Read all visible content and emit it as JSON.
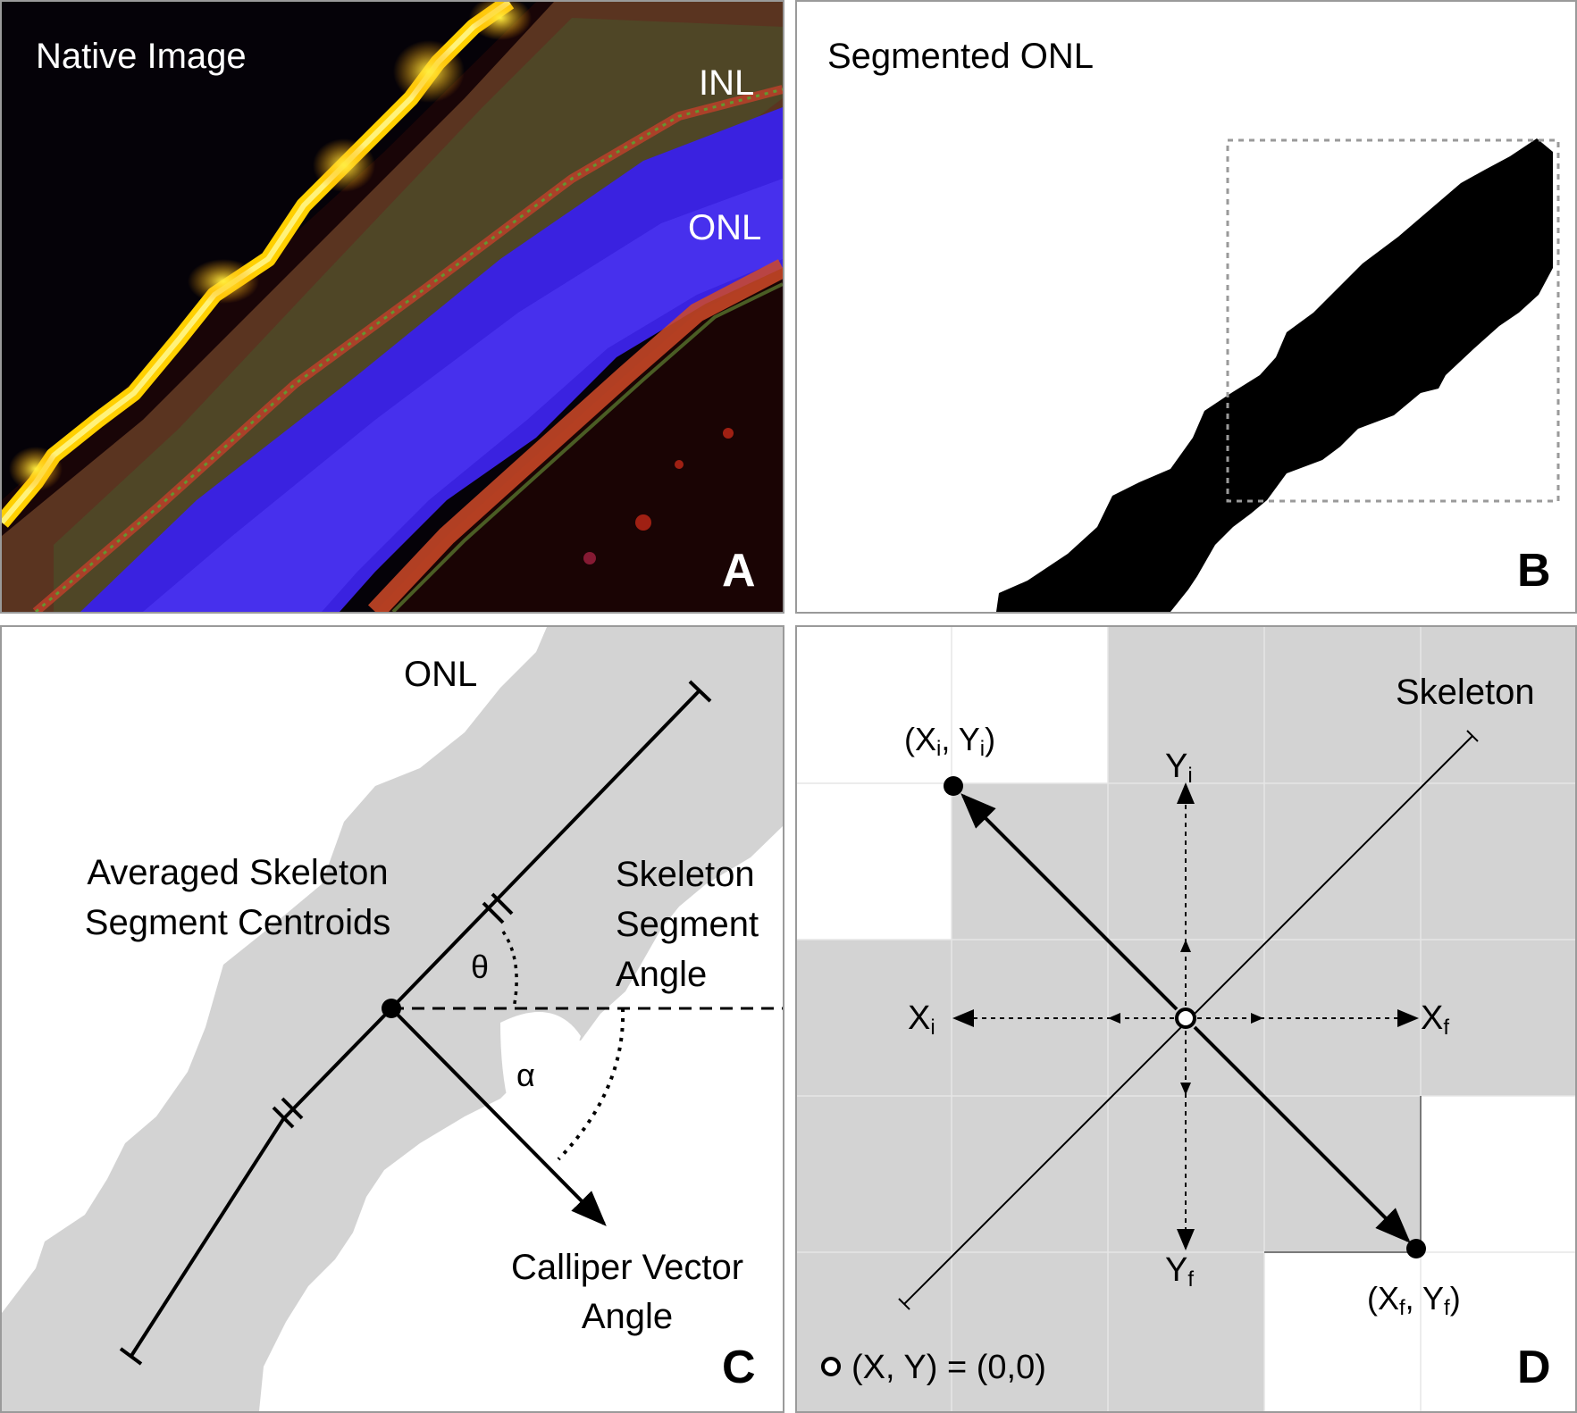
{
  "panels": {
    "a": {
      "letter": "A",
      "title": "Native Image",
      "label_inl": "INL",
      "label_onl": "ONL"
    },
    "b": {
      "letter": "B",
      "title": "Segmented ONL"
    },
    "c": {
      "letter": "C",
      "label_onl": "ONL",
      "centroids_line1": "Averaged Skeleton",
      "centroids_line2": "Segment Centroids",
      "angle_line1": "Skeleton",
      "angle_line2": "Segment",
      "angle_line3": "Angle",
      "caliper_line1": "Calliper Vector",
      "caliper_line2": "Angle",
      "theta": "θ",
      "alpha": "α"
    },
    "d": {
      "letter": "D",
      "skeleton": "Skeleton",
      "xi": "X",
      "xi_sub": "i",
      "xf": "X",
      "xf_sub": "f",
      "yi": "Y",
      "yi_sub": "i",
      "yf": "Y",
      "yf_sub": "f",
      "pt_i_open": "(X",
      "pt_i_sub1": "i",
      "pt_i_mid": ", Y",
      "pt_i_sub2": "i",
      "pt_i_close": ")",
      "pt_f_open": "(X",
      "pt_f_sub1": "f",
      "pt_f_mid": ", Y",
      "pt_f_sub2": "f",
      "pt_f_close": ")",
      "origin_legend": "(X, Y) = (0,0)"
    }
  },
  "colors": {
    "border": "#9a9a9a",
    "onl_gray": "#d3d3d3",
    "stain_blue": "#3a22e0",
    "stain_yellow": "#ffe000",
    "stain_red": "#c02818",
    "stain_green": "#44bb33"
  }
}
